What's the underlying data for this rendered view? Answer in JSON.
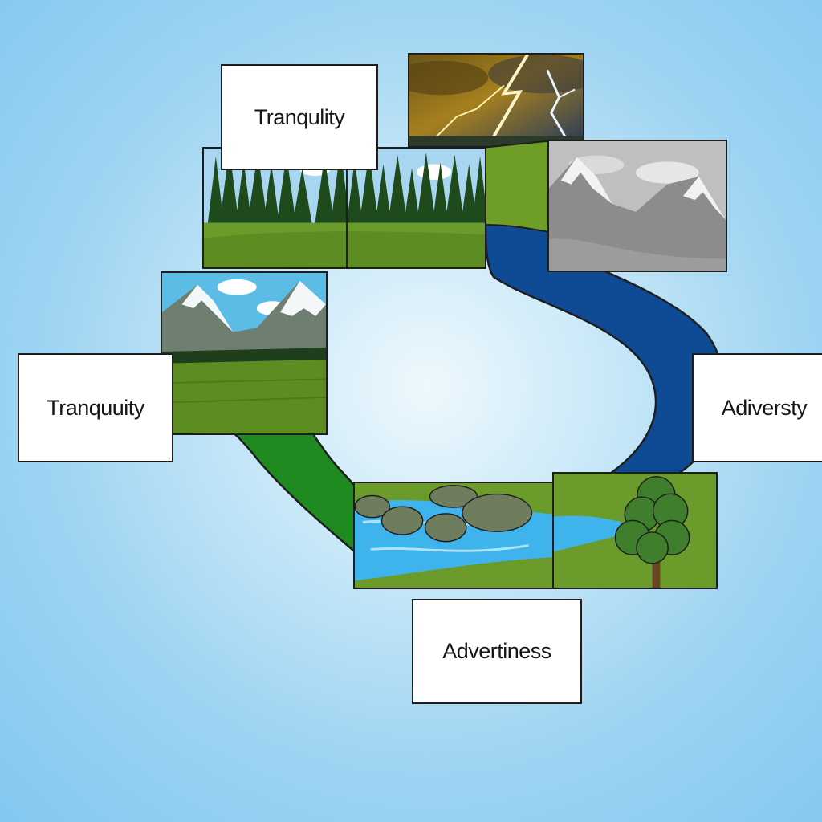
{
  "labels": {
    "top": "Tranqulity",
    "left": "Tranquuity",
    "right": "Adiversty",
    "bottom": "Advertiness"
  },
  "colors": {
    "sky_background": "#9fd4f2",
    "green_path": "#1f8a1f",
    "blue_river": "#0f4a95",
    "outline": "#1e1e1e"
  },
  "icons": {
    "storm": "lightning-storm-icon",
    "forest": "pine-forest-icon",
    "gray_mountains": "gray-mountains-icon",
    "green_mountains": "snowy-mountains-icon",
    "river": "river-rocks-icon",
    "tree": "tree-icon"
  }
}
